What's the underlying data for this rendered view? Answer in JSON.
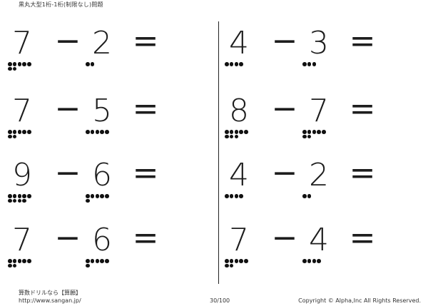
{
  "header": {
    "title": "黒丸大型1桁-1桁(制限なし)問題"
  },
  "problems": [
    {
      "a": "7",
      "op": "−",
      "b": "2",
      "eq": "=",
      "a_dots": 7,
      "b_dots": 2
    },
    {
      "a": "4",
      "op": "−",
      "b": "3",
      "eq": "=",
      "a_dots": 4,
      "b_dots": 3
    },
    {
      "a": "7",
      "op": "−",
      "b": "5",
      "eq": "=",
      "a_dots": 7,
      "b_dots": 5
    },
    {
      "a": "8",
      "op": "−",
      "b": "7",
      "eq": "=",
      "a_dots": 8,
      "b_dots": 7
    },
    {
      "a": "9",
      "op": "−",
      "b": "6",
      "eq": "=",
      "a_dots": 9,
      "b_dots": 6
    },
    {
      "a": "4",
      "op": "−",
      "b": "2",
      "eq": "=",
      "a_dots": 4,
      "b_dots": 2
    },
    {
      "a": "7",
      "op": "−",
      "b": "6",
      "eq": "=",
      "a_dots": 7,
      "b_dots": 6
    },
    {
      "a": "7",
      "op": "−",
      "b": "4",
      "eq": "=",
      "a_dots": 7,
      "b_dots": 4
    }
  ],
  "footer": {
    "site_name": "算数ドリルなら【算願】",
    "url": "http://www.sangan.jp/",
    "page": "30/100",
    "copyright": "Copyright © Alpha,Inc All Rights Reserved."
  }
}
